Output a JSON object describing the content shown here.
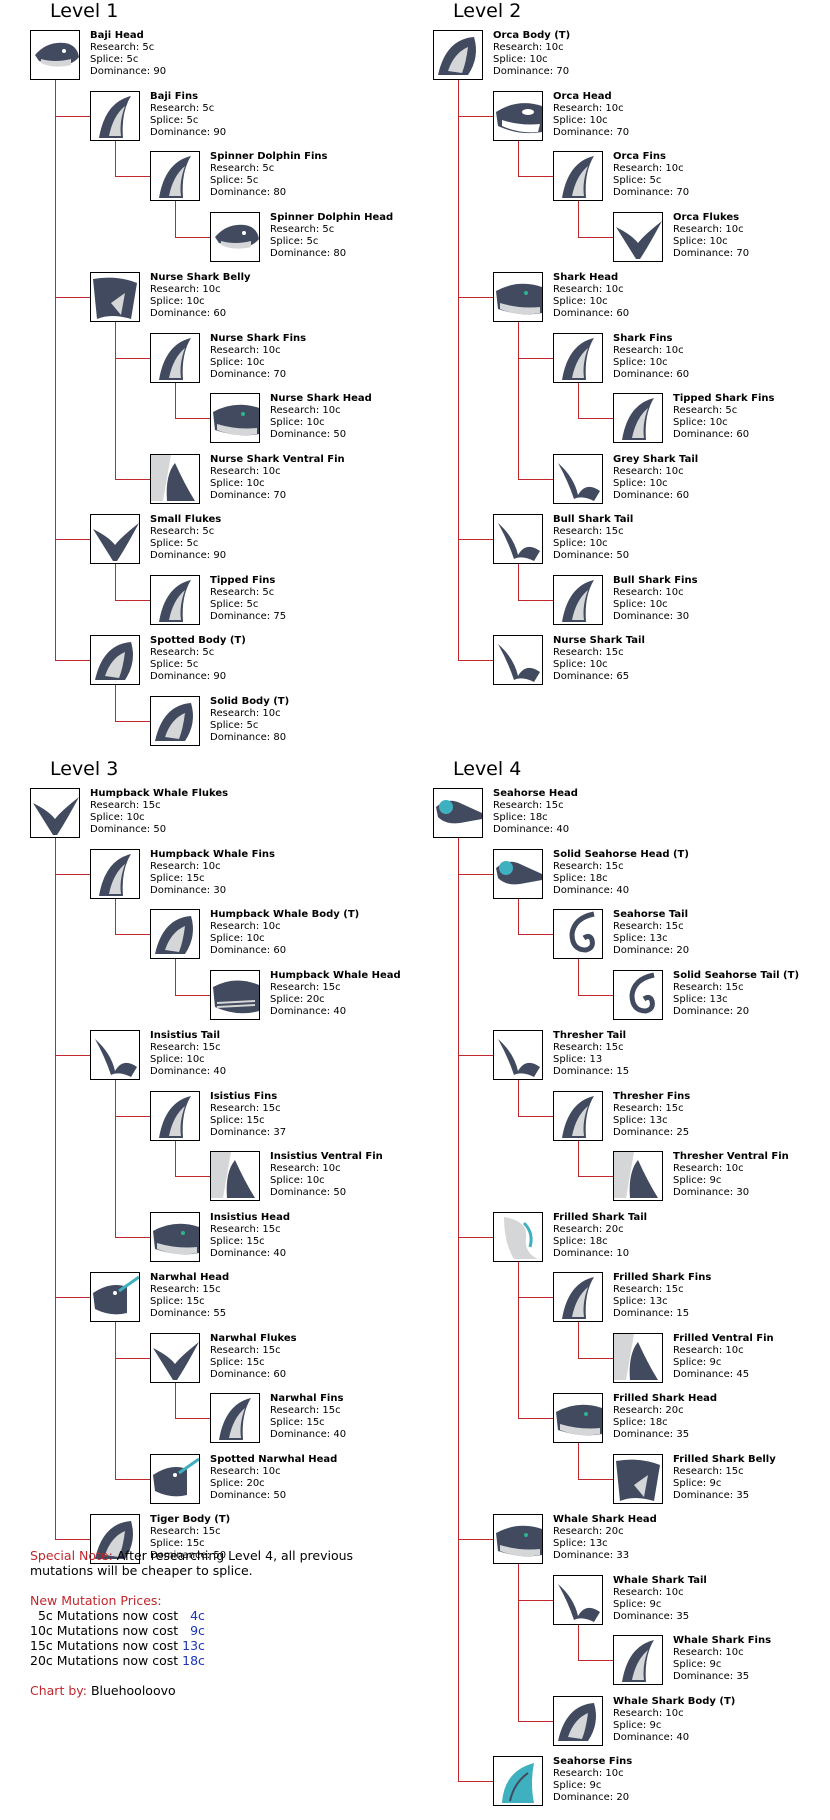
{
  "colors": {
    "line": "#c0272d",
    "note_label": "#c0272d",
    "price": "#1b35b4",
    "creature": "#414a5e",
    "light": "#d5d6d8"
  },
  "labels": {
    "research": "Research:",
    "splice": "Splice:",
    "dominance": "Dominance:"
  },
  "levels": [
    {
      "title": "Level 1",
      "nodes": [
        {
          "depth": 0,
          "name": "Baji Head",
          "research": "5c",
          "splice": "5c",
          "dominance": "90",
          "icon": "dolphin-head-icon"
        },
        {
          "depth": 1,
          "name": "Baji Fins",
          "research": "5c",
          "splice": "5c",
          "dominance": "90",
          "icon": "fin-icon"
        },
        {
          "depth": 2,
          "name": "Spinner Dolphin Fins",
          "research": "5c",
          "splice": "5c",
          "dominance": "80",
          "icon": "fin-icon"
        },
        {
          "depth": 3,
          "name": "Spinner Dolphin Head",
          "research": "5c",
          "splice": "5c",
          "dominance": "80",
          "icon": "dolphin-head-icon"
        },
        {
          "depth": 1,
          "name": "Nurse Shark Belly",
          "research": "10c",
          "splice": "10c",
          "dominance": "60",
          "icon": "belly-icon"
        },
        {
          "depth": 2,
          "name": "Nurse Shark Fins",
          "research": "10c",
          "splice": "10c",
          "dominance": "70",
          "icon": "fin-icon"
        },
        {
          "depth": 3,
          "name": "Nurse Shark Head",
          "research": "10c",
          "splice": "10c",
          "dominance": "50",
          "icon": "shark-head-icon"
        },
        {
          "depth": 2,
          "name": "Nurse Shark Ventral Fin",
          "research": "10c",
          "splice": "10c",
          "dominance": "70",
          "icon": "ventral-fin-icon"
        },
        {
          "depth": 1,
          "name": "Small Flukes",
          "research": "5c",
          "splice": "5c",
          "dominance": "90",
          "icon": "flukes-icon"
        },
        {
          "depth": 2,
          "name": "Tipped Fins",
          "research": "5c",
          "splice": "5c",
          "dominance": "75",
          "icon": "fin-icon"
        },
        {
          "depth": 1,
          "name": "Spotted Body (T)",
          "research": "5c",
          "splice": "5c",
          "dominance": "90",
          "icon": "body-icon"
        },
        {
          "depth": 2,
          "name": "Solid Body (T)",
          "research": "10c",
          "splice": "5c",
          "dominance": "80",
          "icon": "body-icon"
        }
      ]
    },
    {
      "title": "Level 2",
      "nodes": [
        {
          "depth": 0,
          "name": "Orca Body (T)",
          "research": "10c",
          "splice": "10c",
          "dominance": "70",
          "icon": "body-icon"
        },
        {
          "depth": 1,
          "name": "Orca Head",
          "research": "10c",
          "splice": "10c",
          "dominance": "70",
          "icon": "orca-head-icon"
        },
        {
          "depth": 2,
          "name": "Orca Fins",
          "research": "10c",
          "splice": "5c",
          "dominance": "70",
          "icon": "fin-icon"
        },
        {
          "depth": 3,
          "name": "Orca Flukes",
          "research": "10c",
          "splice": "10c",
          "dominance": "70",
          "icon": "flukes-icon"
        },
        {
          "depth": 1,
          "name": "Shark Head",
          "research": "10c",
          "splice": "10c",
          "dominance": "60",
          "icon": "shark-head-icon"
        },
        {
          "depth": 2,
          "name": "Shark Fins",
          "research": "10c",
          "splice": "10c",
          "dominance": "60",
          "icon": "fin-icon"
        },
        {
          "depth": 3,
          "name": "Tipped Shark Fins",
          "research": "5c",
          "splice": "10c",
          "dominance": "60",
          "icon": "fin-icon"
        },
        {
          "depth": 2,
          "name": "Grey Shark Tail",
          "research": "10c",
          "splice": "10c",
          "dominance": "60",
          "icon": "tail-icon"
        },
        {
          "depth": 1,
          "name": "Bull Shark Tail",
          "research": "15c",
          "splice": "10c",
          "dominance": "50",
          "icon": "tail-icon"
        },
        {
          "depth": 2,
          "name": "Bull Shark Fins",
          "research": "10c",
          "splice": "10c",
          "dominance": "30",
          "icon": "fin-icon"
        },
        {
          "depth": 1,
          "name": "Nurse Shark Tail",
          "research": "15c",
          "splice": "10c",
          "dominance": "65",
          "icon": "tail-icon"
        }
      ]
    },
    {
      "title": "Level 3",
      "nodes": [
        {
          "depth": 0,
          "name": "Humpback Whale Flukes",
          "research": "15c",
          "splice": "10c",
          "dominance": "50",
          "icon": "flukes-icon"
        },
        {
          "depth": 1,
          "name": "Humpback Whale Fins",
          "research": "10c",
          "splice": "15c",
          "dominance": "30",
          "icon": "fin-icon"
        },
        {
          "depth": 2,
          "name": "Humpback Whale Body (T)",
          "research": "10c",
          "splice": "10c",
          "dominance": "60",
          "icon": "body-icon"
        },
        {
          "depth": 3,
          "name": "Humpback Whale Head",
          "research": "15c",
          "splice": "20c",
          "dominance": "40",
          "icon": "whale-head-icon"
        },
        {
          "depth": 1,
          "name": "Insistius Tail",
          "research": "15c",
          "splice": "10c",
          "dominance": "40",
          "icon": "tail-icon"
        },
        {
          "depth": 2,
          "name": "Isistius Fins",
          "research": "15c",
          "splice": "15c",
          "dominance": "37",
          "icon": "fin-icon"
        },
        {
          "depth": 3,
          "name": "Insistius Ventral Fin",
          "research": "10c",
          "splice": "10c",
          "dominance": "50",
          "icon": "ventral-fin-icon"
        },
        {
          "depth": 2,
          "name": "Insistius Head",
          "research": "15c",
          "splice": "15c",
          "dominance": "40",
          "icon": "shark-head-icon"
        },
        {
          "depth": 1,
          "name": "Narwhal Head",
          "research": "15c",
          "splice": "15c",
          "dominance": "55",
          "icon": "narwhal-head-icon"
        },
        {
          "depth": 2,
          "name": "Narwhal Flukes",
          "research": "15c",
          "splice": "15c",
          "dominance": "60",
          "icon": "flukes-icon"
        },
        {
          "depth": 3,
          "name": "Narwhal Fins",
          "research": "15c",
          "splice": "15c",
          "dominance": "40",
          "icon": "fin-icon"
        },
        {
          "depth": 2,
          "name": "Spotted Narwhal Head",
          "research": "10c",
          "splice": "20c",
          "dominance": "50",
          "icon": "narwhal-head-icon"
        },
        {
          "depth": 1,
          "name": "Tiger Body (T)",
          "research": "15c",
          "splice": "15c",
          "dominance": "50",
          "icon": "body-icon"
        }
      ]
    },
    {
      "title": "Level 4",
      "nodes": [
        {
          "depth": 0,
          "name": "Seahorse Head",
          "research": "15c",
          "splice": "18c",
          "dominance": "40",
          "icon": "seahorse-head-icon"
        },
        {
          "depth": 1,
          "name": "Solid Seahorse Head (T)",
          "research": "15c",
          "splice": "18c",
          "dominance": "40",
          "icon": "seahorse-head-icon"
        },
        {
          "depth": 2,
          "name": "Seahorse Tail",
          "research": "15c",
          "splice": "13c",
          "dominance": "20",
          "icon": "curl-tail-icon"
        },
        {
          "depth": 3,
          "name": "Solid Seahorse Tail (T)",
          "research": "15c",
          "splice": "13c",
          "dominance": "20",
          "icon": "curl-tail-icon"
        },
        {
          "depth": 1,
          "name": "Thresher Tail",
          "research": "15c",
          "splice": "13",
          "dominance": "15",
          "icon": "tail-icon"
        },
        {
          "depth": 2,
          "name": "Thresher Fins",
          "research": "15c",
          "splice": "13c",
          "dominance": "25",
          "icon": "fin-icon"
        },
        {
          "depth": 3,
          "name": "Thresher Ventral Fin",
          "research": "10c",
          "splice": "9c",
          "dominance": "30",
          "icon": "ventral-fin-icon"
        },
        {
          "depth": 1,
          "name": "Frilled Shark Tail",
          "research": "20c",
          "splice": "18c",
          "dominance": "10",
          "icon": "frilled-tail-icon"
        },
        {
          "depth": 2,
          "name": "Frilled Shark Fins",
          "research": "15c",
          "splice": "13c",
          "dominance": "15",
          "icon": "fin-icon"
        },
        {
          "depth": 3,
          "name": "Frilled Ventral Fin",
          "research": "10c",
          "splice": "9c",
          "dominance": "45",
          "icon": "ventral-fin-icon"
        },
        {
          "depth": 2,
          "name": "Frilled Shark Head",
          "research": "20c",
          "splice": "18c",
          "dominance": "35",
          "icon": "shark-head-icon"
        },
        {
          "depth": 3,
          "name": "Frilled Shark Belly",
          "research": "15c",
          "splice": "9c",
          "dominance": "35",
          "icon": "belly-icon"
        },
        {
          "depth": 1,
          "name": "Whale Shark Head",
          "research": "20c",
          "splice": "13c",
          "dominance": "33",
          "icon": "shark-head-icon"
        },
        {
          "depth": 2,
          "name": "Whale Shark Tail",
          "research": "10c",
          "splice": "9c",
          "dominance": "35",
          "icon": "tail-icon"
        },
        {
          "depth": 3,
          "name": "Whale Shark Fins",
          "research": "10c",
          "splice": "9c",
          "dominance": "35",
          "icon": "fin-icon"
        },
        {
          "depth": 2,
          "name": "Whale Shark Body (T)",
          "research": "10c",
          "splice": "9c",
          "dominance": "40",
          "icon": "body-icon"
        },
        {
          "depth": 1,
          "name": "Seahorse Fins",
          "research": "10c",
          "splice": "9c",
          "dominance": "20",
          "icon": "seahorse-fins-icon"
        }
      ]
    }
  ],
  "notes": {
    "special_label": "Special Note:",
    "special_text_1": " After researching Level 4, all previous",
    "special_text_2": "mutations will be cheaper to splice.",
    "new_prices_label": "New Mutation Prices:",
    "prices": [
      {
        "from": "  5c",
        "text": " Mutations now cost ",
        "to": "  4c"
      },
      {
        "from": "10c",
        "text": " Mutations now cost ",
        "to": "  9c"
      },
      {
        "from": "15c",
        "text": " Mutations now cost ",
        "to": "13c"
      },
      {
        "from": "20c",
        "text": " Mutations now cost ",
        "to": "18c"
      }
    ],
    "chart_by_label": "Chart by:",
    "chart_by_name": " Bluehooloovo"
  }
}
